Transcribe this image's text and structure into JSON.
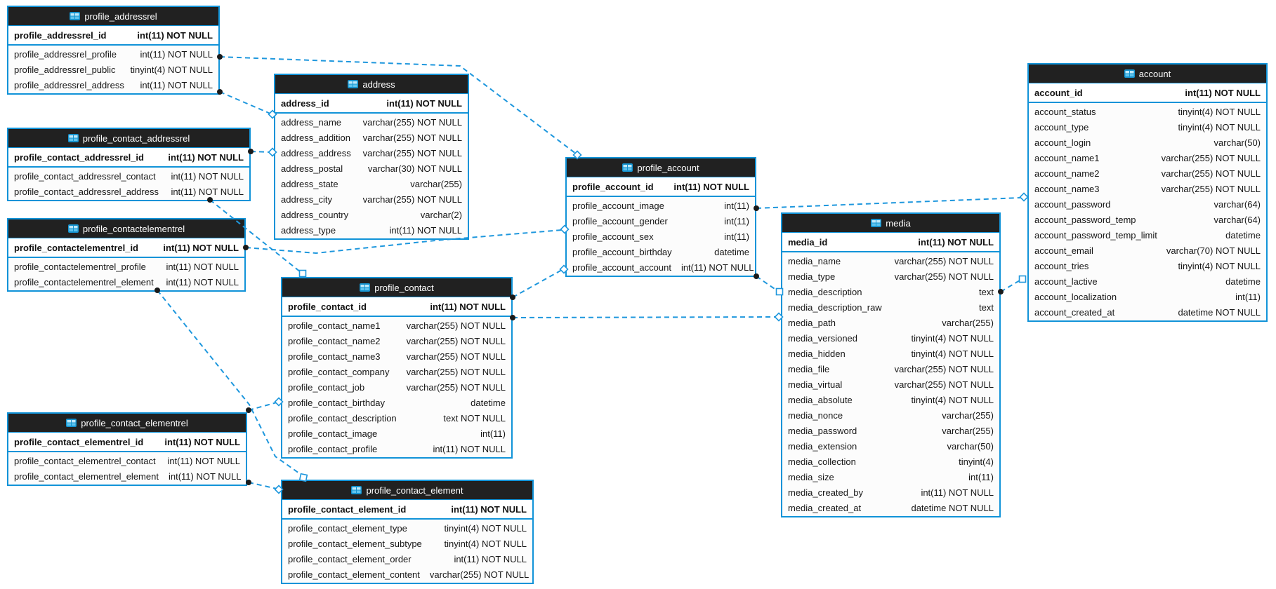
{
  "diagram": {
    "colors": {
      "accent": "#1193d8",
      "relation_line": "#1e97dd",
      "table_header_bg": "#212121",
      "table_header_text": "#ffffff",
      "endpoint_dot": "#1a1a1a"
    },
    "tables": [
      {
        "name": "profile_addressrel",
        "icon": "table-icon",
        "pk": {
          "field": "profile_addressrel_id",
          "type": "int(11) NOT NULL"
        },
        "fields": [
          {
            "field": "profile_addressrel_profile",
            "type": "int(11) NOT NULL"
          },
          {
            "field": "profile_addressrel_public",
            "type": "tinyint(4) NOT NULL"
          },
          {
            "field": "profile_addressrel_address",
            "type": "int(11) NOT NULL"
          }
        ]
      },
      {
        "name": "profile_contact_addressrel",
        "icon": "table-icon",
        "pk": {
          "field": "profile_contact_addressrel_id",
          "type": "int(11) NOT NULL"
        },
        "fields": [
          {
            "field": "profile_contact_addressrel_contact",
            "type": "int(11) NOT NULL"
          },
          {
            "field": "profile_contact_addressrel_address",
            "type": "int(11) NOT NULL"
          }
        ]
      },
      {
        "name": "profile_contactelementrel",
        "icon": "table-icon",
        "pk": {
          "field": "profile_contactelementrel_id",
          "type": "int(11) NOT NULL"
        },
        "fields": [
          {
            "field": "profile_contactelementrel_profile",
            "type": "int(11) NOT NULL"
          },
          {
            "field": "profile_contactelementrel_element",
            "type": "int(11) NOT NULL"
          }
        ]
      },
      {
        "name": "profile_contact_elementrel",
        "icon": "table-icon",
        "pk": {
          "field": "profile_contact_elementrel_id",
          "type": "int(11) NOT NULL"
        },
        "fields": [
          {
            "field": "profile_contact_elementrel_contact",
            "type": "int(11) NOT NULL"
          },
          {
            "field": "profile_contact_elementrel_element",
            "type": "int(11) NOT NULL"
          }
        ]
      },
      {
        "name": "address",
        "icon": "table-icon",
        "pk": {
          "field": "address_id",
          "type": "int(11) NOT NULL"
        },
        "fields": [
          {
            "field": "address_name",
            "type": "varchar(255) NOT NULL"
          },
          {
            "field": "address_addition",
            "type": "varchar(255) NOT NULL"
          },
          {
            "field": "address_address",
            "type": "varchar(255) NOT NULL"
          },
          {
            "field": "address_postal",
            "type": "varchar(30) NOT NULL"
          },
          {
            "field": "address_state",
            "type": "varchar(255)"
          },
          {
            "field": "address_city",
            "type": "varchar(255) NOT NULL"
          },
          {
            "field": "address_country",
            "type": "varchar(2)"
          },
          {
            "field": "address_type",
            "type": "int(11) NOT NULL"
          }
        ]
      },
      {
        "name": "profile_contact",
        "icon": "table-icon",
        "pk": {
          "field": "profile_contact_id",
          "type": "int(11) NOT NULL"
        },
        "fields": [
          {
            "field": "profile_contact_name1",
            "type": "varchar(255) NOT NULL"
          },
          {
            "field": "profile_contact_name2",
            "type": "varchar(255) NOT NULL"
          },
          {
            "field": "profile_contact_name3",
            "type": "varchar(255) NOT NULL"
          },
          {
            "field": "profile_contact_company",
            "type": "varchar(255) NOT NULL"
          },
          {
            "field": "profile_contact_job",
            "type": "varchar(255) NOT NULL"
          },
          {
            "field": "profile_contact_birthday",
            "type": "datetime"
          },
          {
            "field": "profile_contact_description",
            "type": "text NOT NULL"
          },
          {
            "field": "profile_contact_image",
            "type": "int(11)"
          },
          {
            "field": "profile_contact_profile",
            "type": "int(11) NOT NULL"
          }
        ]
      },
      {
        "name": "profile_contact_element",
        "icon": "table-icon",
        "pk": {
          "field": "profile_contact_element_id",
          "type": "int(11) NOT NULL"
        },
        "fields": [
          {
            "field": "profile_contact_element_type",
            "type": "tinyint(4) NOT NULL"
          },
          {
            "field": "profile_contact_element_subtype",
            "type": "tinyint(4) NOT NULL"
          },
          {
            "field": "profile_contact_element_order",
            "type": "int(11) NOT NULL"
          },
          {
            "field": "profile_contact_element_content",
            "type": "varchar(255) NOT NULL"
          }
        ]
      },
      {
        "name": "profile_account",
        "icon": "table-icon",
        "pk": {
          "field": "profile_account_id",
          "type": "int(11) NOT NULL"
        },
        "fields": [
          {
            "field": "profile_account_image",
            "type": "int(11)"
          },
          {
            "field": "profile_account_gender",
            "type": "int(11)"
          },
          {
            "field": "profile_account_sex",
            "type": "int(11)"
          },
          {
            "field": "profile_account_birthday",
            "type": "datetime"
          },
          {
            "field": "profile_account_account",
            "type": "int(11) NOT NULL"
          }
        ]
      },
      {
        "name": "media",
        "icon": "table-icon",
        "pk": {
          "field": "media_id",
          "type": "int(11) NOT NULL"
        },
        "fields": [
          {
            "field": "media_name",
            "type": "varchar(255) NOT NULL"
          },
          {
            "field": "media_type",
            "type": "varchar(255) NOT NULL"
          },
          {
            "field": "media_description",
            "type": "text"
          },
          {
            "field": "media_description_raw",
            "type": "text"
          },
          {
            "field": "media_path",
            "type": "varchar(255)"
          },
          {
            "field": "media_versioned",
            "type": "tinyint(4) NOT NULL"
          },
          {
            "field": "media_hidden",
            "type": "tinyint(4) NOT NULL"
          },
          {
            "field": "media_file",
            "type": "varchar(255) NOT NULL"
          },
          {
            "field": "media_virtual",
            "type": "varchar(255) NOT NULL"
          },
          {
            "field": "media_absolute",
            "type": "tinyint(4) NOT NULL"
          },
          {
            "field": "media_nonce",
            "type": "varchar(255)"
          },
          {
            "field": "media_password",
            "type": "varchar(255)"
          },
          {
            "field": "media_extension",
            "type": "varchar(50)"
          },
          {
            "field": "media_collection",
            "type": "tinyint(4)"
          },
          {
            "field": "media_size",
            "type": "int(11)"
          },
          {
            "field": "media_created_by",
            "type": "int(11) NOT NULL"
          },
          {
            "field": "media_created_at",
            "type": "datetime NOT NULL"
          }
        ]
      },
      {
        "name": "account",
        "icon": "table-icon",
        "pk": {
          "field": "account_id",
          "type": "int(11) NOT NULL"
        },
        "fields": [
          {
            "field": "account_status",
            "type": "tinyint(4) NOT NULL"
          },
          {
            "field": "account_type",
            "type": "tinyint(4) NOT NULL"
          },
          {
            "field": "account_login",
            "type": "varchar(50)"
          },
          {
            "field": "account_name1",
            "type": "varchar(255) NOT NULL"
          },
          {
            "field": "account_name2",
            "type": "varchar(255) NOT NULL"
          },
          {
            "field": "account_name3",
            "type": "varchar(255) NOT NULL"
          },
          {
            "field": "account_password",
            "type": "varchar(64)"
          },
          {
            "field": "account_password_temp",
            "type": "varchar(64)"
          },
          {
            "field": "account_password_temp_limit",
            "type": "datetime"
          },
          {
            "field": "account_email",
            "type": "varchar(70) NOT NULL"
          },
          {
            "field": "account_tries",
            "type": "tinyint(4) NOT NULL"
          },
          {
            "field": "account_lactive",
            "type": "datetime"
          },
          {
            "field": "account_localization",
            "type": "int(11)"
          },
          {
            "field": "account_created_at",
            "type": "datetime NOT NULL"
          }
        ]
      }
    ],
    "relations": [
      {
        "from": "profile_addressrel",
        "to": "profile_account",
        "marker": "diamond"
      },
      {
        "from": "profile_addressrel",
        "to": "address",
        "marker": "diamond"
      },
      {
        "from": "profile_contact_addressrel",
        "to": "address",
        "marker": "diamond"
      },
      {
        "from": "profile_contact_addressrel",
        "to": "profile_contact",
        "marker": "square"
      },
      {
        "from": "profile_contactelementrel",
        "to": "profile_account",
        "marker": "diamond"
      },
      {
        "from": "profile_contactelementrel",
        "to": "profile_contact_element",
        "marker": "square"
      },
      {
        "from": "profile_contact_elementrel",
        "to": "profile_contact",
        "marker": "diamond"
      },
      {
        "from": "profile_contact_elementrel",
        "to": "profile_contact_element",
        "marker": "diamond"
      },
      {
        "from": "profile_contact",
        "to": "profile_account",
        "marker": "diamond"
      },
      {
        "from": "profile_contact",
        "to": "media",
        "marker": "diamond"
      },
      {
        "from": "profile_account",
        "to": "account",
        "marker": "diamond"
      },
      {
        "from": "profile_account",
        "to": "media",
        "marker": "square"
      },
      {
        "from": "media",
        "to": "account",
        "marker": "square"
      }
    ]
  }
}
